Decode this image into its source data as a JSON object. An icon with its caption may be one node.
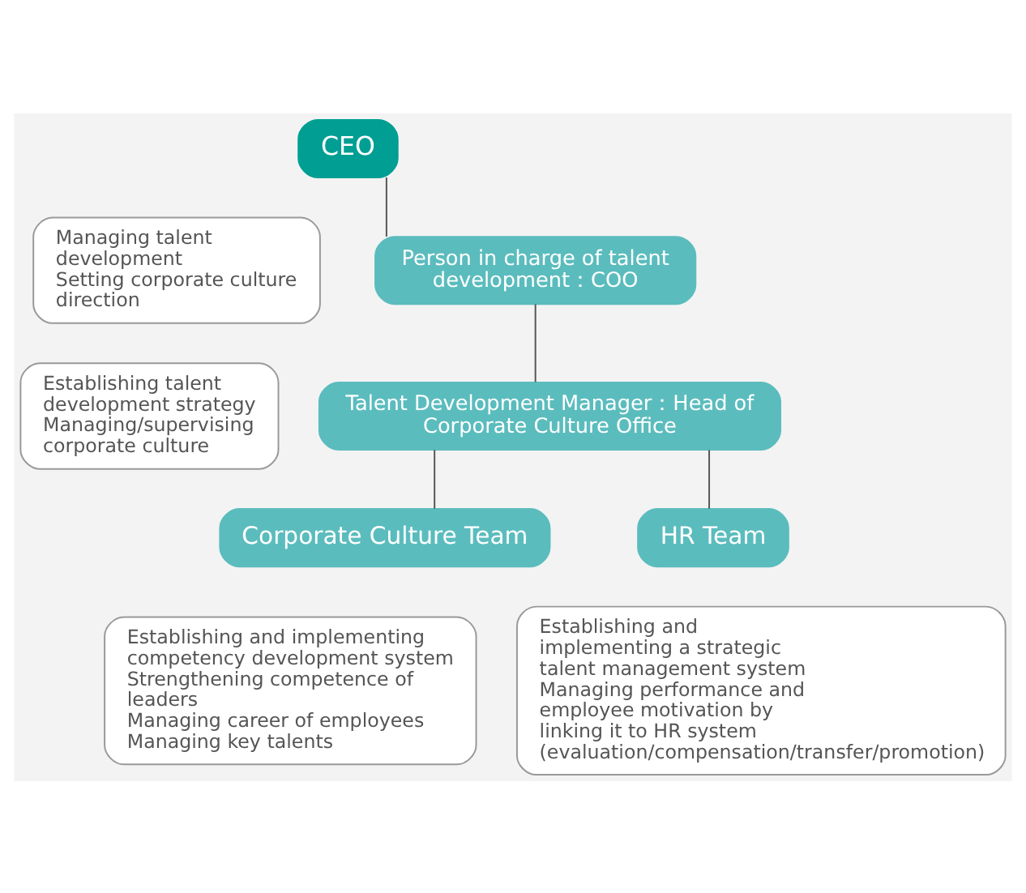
{
  "diagram": {
    "nodes": [
      {
        "text": [
          "CEO"
        ]
      },
      {
        "text": [
          "Managing talent development",
          "Setting corporate culture direction"
        ]
      },
      {
        "text": [
          "Person in charge of talent development：COO"
        ]
      },
      {
        "text": [
          "Establishing talent development strategy",
          "Managing/supervising corporate culture"
        ]
      },
      {
        "text": [
          "Talent Development Manager：Head of Corporate Culture Office"
        ]
      },
      {
        "text": [
          "Corporate Culture Team"
        ]
      },
      {
        "text": [
          "HR Team"
        ]
      },
      {
        "text": [
          "Establishing and implementing competency development system",
          "Strengthening competence of leaders",
          "Managing career of employees",
          "Managing key talents"
        ]
      },
      {
        "text": [
          "Establishing and implementing a strategic talent management system",
          "Managing performance and employee motivation by linking it to HR system (evaluation/compensation/transfer/promotion)"
        ]
      }
    ],
    "edges": [
      {
        "from": 0,
        "to": 2,
        "arrow": "none"
      },
      {
        "from": 2,
        "to": 4,
        "arrow": "none"
      },
      {
        "from": 4,
        "to": 5,
        "arrow": "none"
      },
      {
        "from": 4,
        "to": 6,
        "arrow": "none"
      }
    ]
  }
}
